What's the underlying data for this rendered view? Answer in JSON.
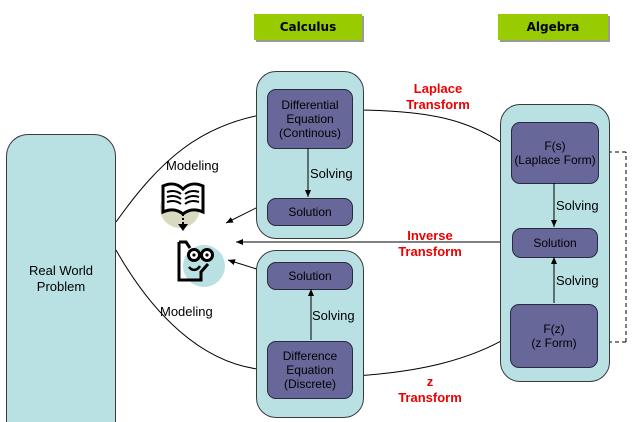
{
  "headers": {
    "calculus": "Calculus",
    "algebra": "Algebra"
  },
  "real_world": {
    "label": "Real World\nProblem"
  },
  "modeling_labels": {
    "top": "Modeling",
    "bottom": "Modeling"
  },
  "calculus_continuous": {
    "equation": "Differential\nEquation\n(Continous)",
    "solving": "Solving",
    "solution": "Solution"
  },
  "calculus_discrete": {
    "solution": "Solution",
    "solving": "Solving",
    "equation": "Difference\nEquation\n(Discrete)"
  },
  "algebra": {
    "laplace_form": "F(s)\n(Laplace Form)",
    "solving_top": "Solving",
    "solution": "Solution",
    "solving_bottom": "Solving",
    "z_form": "F(z)\n(z Form)"
  },
  "transforms": {
    "laplace": "Laplace\nTransform",
    "inverse": "Inverse\nTransform",
    "z": "z\nTransform"
  },
  "icons": {
    "book": "open-book-clipart",
    "thinker": "thinking-person-clipart"
  },
  "colors": {
    "header_green": "#99cc00",
    "container_fill": "#b9e0e3",
    "node_fill": "#67679a",
    "transform_red": "#ee0000"
  }
}
